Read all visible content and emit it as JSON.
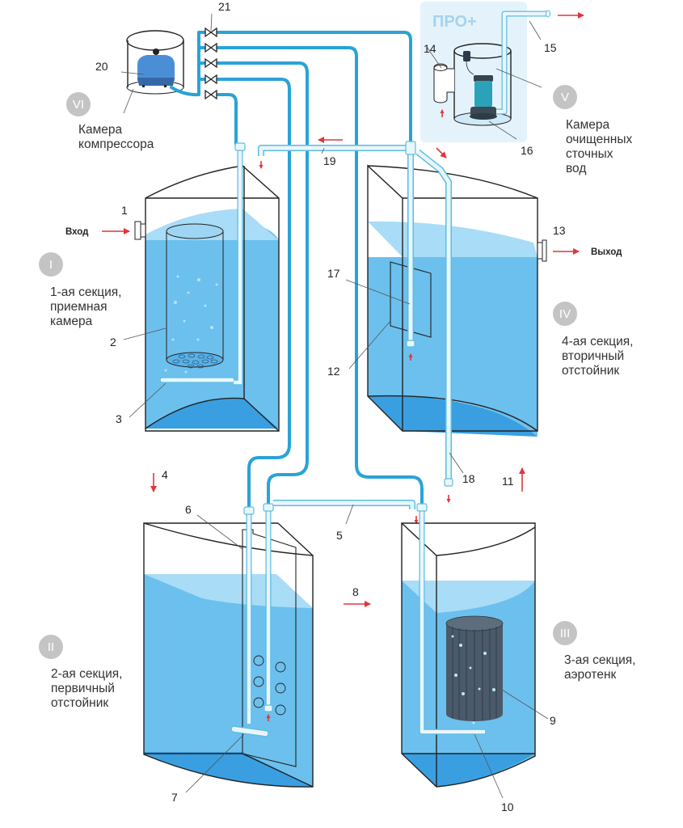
{
  "title": "Схема станции очистки сточных вод",
  "colors": {
    "water": "#6cc0ee",
    "water_top": "#a9dcf6",
    "water_bottom": "#3a9fe0",
    "air_line": "#2aa3d6",
    "arrow": "#e0363b",
    "badge": "#c4c4c4",
    "pro_box": "#e4f3fb",
    "pump": "#2aa3b9",
    "compressor": "#4a8fd6",
    "biofilter": "#4a5a6a"
  },
  "io": {
    "inlet_label": "Вход",
    "outlet_label": "Выход"
  },
  "pro_badge": "ПРО+",
  "sections": [
    {
      "roman": "I",
      "lines": [
        "1-ая секция,",
        "приемная",
        "камера"
      ]
    },
    {
      "roman": "II",
      "lines": [
        "2-ая секция,",
        "первичный",
        "отстойник"
      ]
    },
    {
      "roman": "III",
      "lines": [
        "3-ая секция,",
        "аэротенк"
      ]
    },
    {
      "roman": "IV",
      "lines": [
        "4-ая секция,",
        "вторичный",
        "отстойник"
      ]
    },
    {
      "roman": "V",
      "lines": [
        "Камера",
        "очищенных",
        "сточных",
        "вод"
      ]
    },
    {
      "roman": "VI",
      "lines": [
        "Камера",
        "компрессора"
      ]
    }
  ],
  "callouts": [
    "1",
    "2",
    "3",
    "4",
    "5",
    "6",
    "7",
    "8",
    "9",
    "10",
    "11",
    "12",
    "13",
    "14",
    "15",
    "16",
    "17",
    "18",
    "19",
    "20",
    "21"
  ],
  "icons": {
    "valve": "valve-icon",
    "compressor": "compressor-icon",
    "pump": "drainage-pump-icon",
    "flow_arrow": "flow-arrow-icon"
  }
}
